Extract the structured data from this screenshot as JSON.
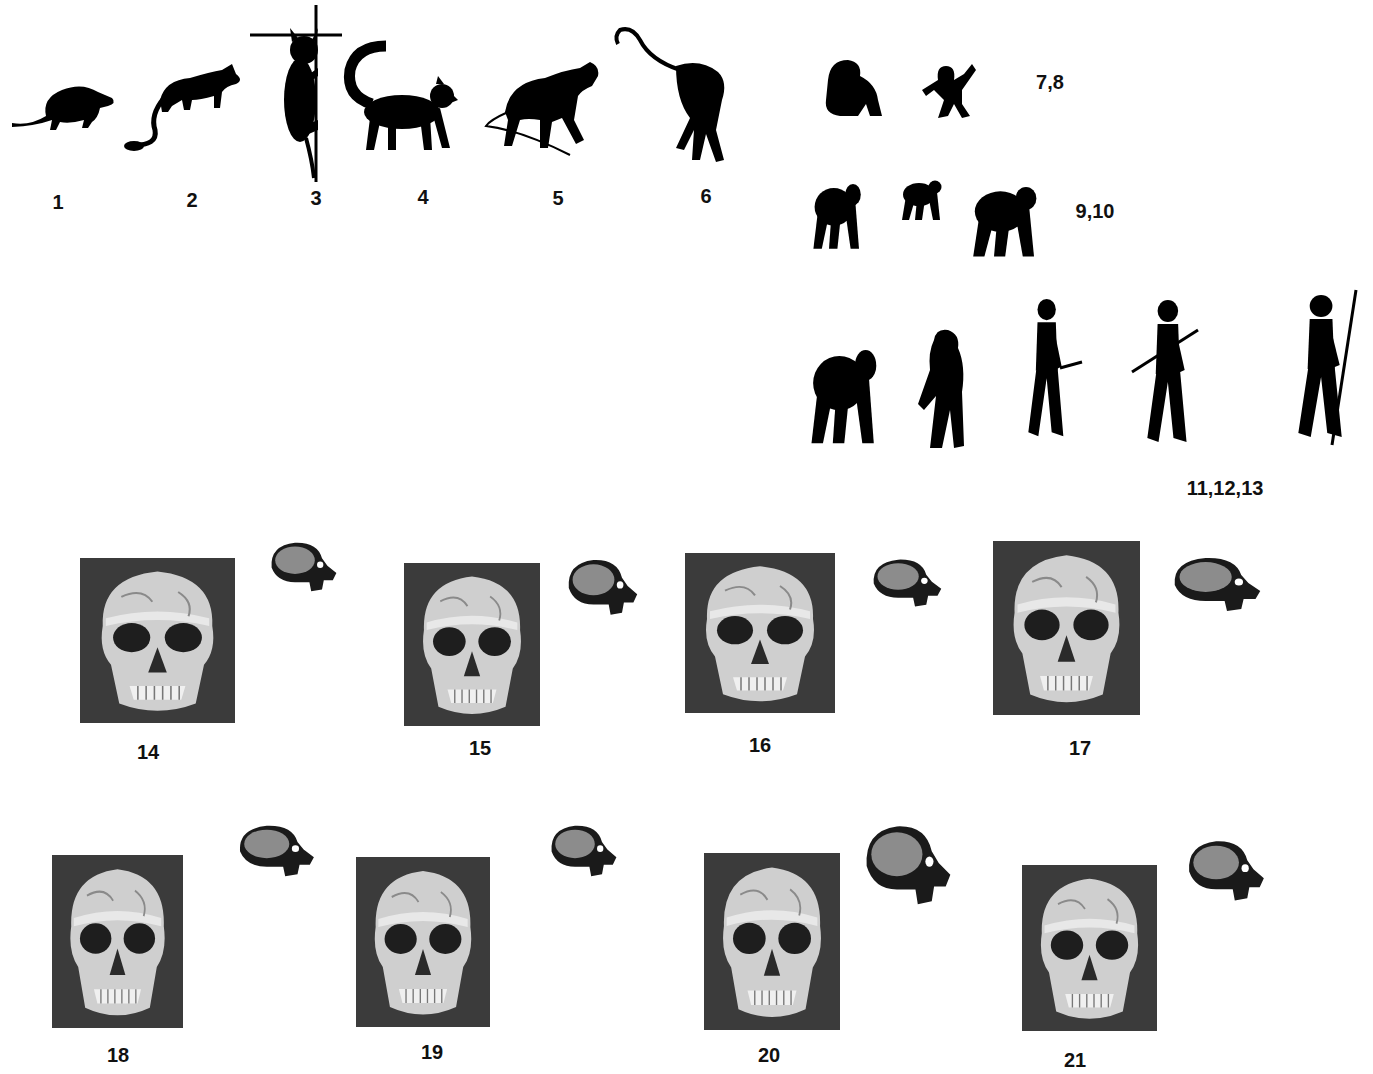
{
  "diagram": {
    "labels": [
      "1",
      "2",
      "3",
      "4",
      "5",
      "6",
      "7,8",
      "9,10",
      "11,12,13",
      "14",
      "15",
      "16",
      "17",
      "18",
      "19",
      "20",
      "21"
    ]
  }
}
